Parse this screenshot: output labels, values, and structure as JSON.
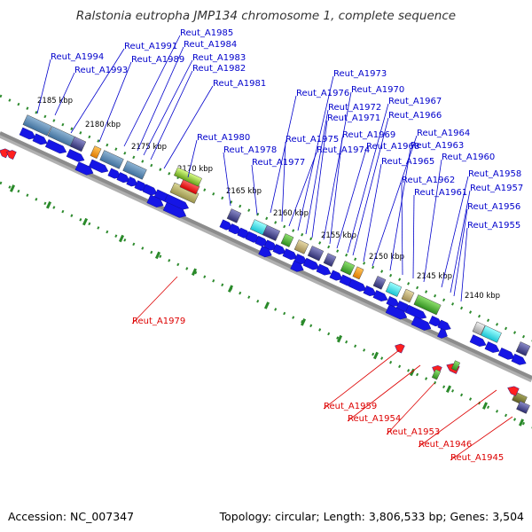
{
  "title": "Ralstonia eutropha JMP134 chromosome 1, complete sequence",
  "footer": {
    "accession": "Accession: NC_007347",
    "summary": "Topology: circular; Length: 3,806,533 bp; Genes: 3,504"
  },
  "colors": {
    "backbone": "#8c8c8c",
    "cds_arrow": "#1515e6",
    "forward_label": "#0000cc",
    "reverse_label": "#dd0000",
    "tick": "#2e8b2e",
    "rna_arrow": "#ff2020"
  },
  "scale_labels": [
    "2185 kbp",
    "2180 kbp",
    "2175 kbp",
    "2170 kbp",
    "2165 kbp",
    "2160 kbp",
    "2155 kbp",
    "2150 kbp",
    "2145 kbp",
    "2140 kbp"
  ],
  "forward_genes": [
    "Reut_A1994",
    "Reut_A1993",
    "Reut_A1991",
    "Reut_A1989",
    "Reut_A1985",
    "Reut_A1984",
    "Reut_A1983",
    "Reut_A1982",
    "Reut_A1981",
    "Reut_A1980",
    "Reut_A1978",
    "Reut_A1977",
    "Reut_A1976",
    "Reut_A1975",
    "Reut_A1974",
    "Reut_A1973",
    "Reut_A1972",
    "Reut_A1971",
    "Reut_A1970",
    "Reut_A1969",
    "Reut_A1968",
    "Reut_A1967",
    "Reut_A1966",
    "Reut_A1965",
    "Reut_A1964",
    "Reut_A1963",
    "Reut_A1962",
    "Reut_A1961",
    "Reut_A1960",
    "Reut_A1958",
    "Reut_A1957",
    "Reut_A1956",
    "Reut_A1955"
  ],
  "reverse_genes": [
    "Reut_A1979",
    "Reut_A1959",
    "Reut_A1954",
    "Reut_A1953",
    "Reut_A1946",
    "Reut_A1945"
  ]
}
